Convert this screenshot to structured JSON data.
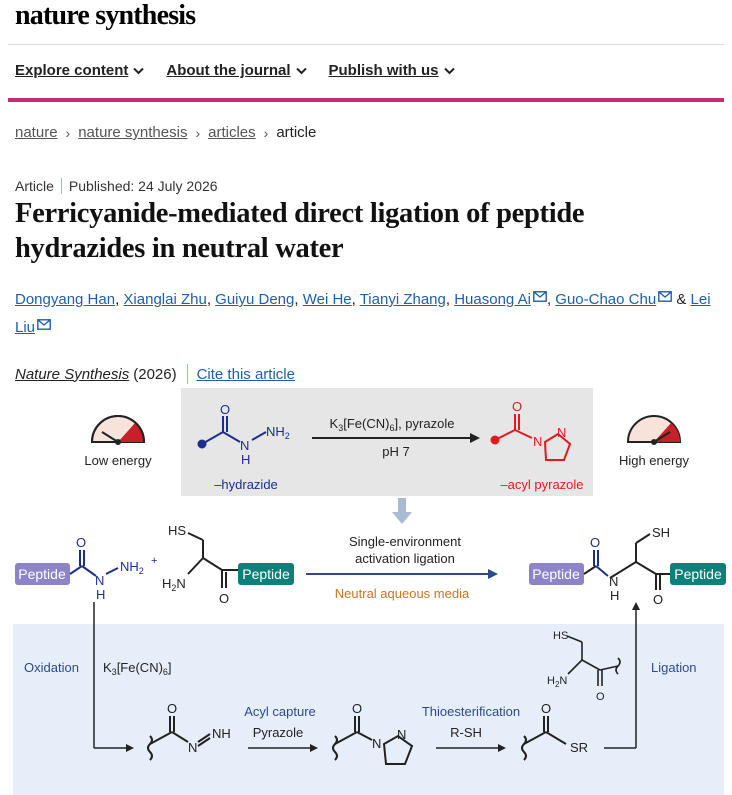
{
  "header": {
    "logo": "nature synthesis"
  },
  "nav": {
    "explore": "Explore content",
    "about": "About the journal",
    "publish": "Publish with us"
  },
  "breadcrumb": {
    "items": [
      "nature",
      "nature synthesis",
      "articles"
    ],
    "current": "article"
  },
  "article": {
    "type": "Article",
    "published": "Published: 24 July 2026",
    "title": "Ferricyanide-mediated direct ligation of peptide hydrazides in neutral water",
    "authors": [
      "Dongyang Han",
      "Xianglai Zhu",
      "Guiyu Deng",
      "Wei He",
      "Tianyi Zhang",
      "Huasong Ai",
      "Guo-Chao Chu",
      "Lei Liu"
    ],
    "journal": "Nature Synthesis",
    "year": "(2026)",
    "cite": "Cite this article"
  },
  "figure": {
    "low_energy": "Low energy",
    "high_energy": "High energy",
    "reagent_top": "K3[Fe(CN)6], pyrazole",
    "ph": "pH 7",
    "hydrazide": "–hydrazide",
    "acyl_pyrazole": "–acyl pyrazole",
    "peptide": "Peptide",
    "single_env": "Single-environment",
    "activation": "activation ligation",
    "neutral": "Neutral aqueous media",
    "oxidation": "Oxidation",
    "reagent_bottom": "K3[Fe(CN)6]",
    "acyl_capture": "Acyl capture",
    "pyrazole": "Pyrazole",
    "thioesterification": "Thioesterification",
    "rsh": "R-SH",
    "ligation": "Ligation",
    "colors": {
      "blue": "#1b2f8a",
      "red": "#e3191f",
      "teal": "#0f7f7a",
      "purple": "#8c84c6",
      "orange": "#c7762a",
      "panel_gray": "#e6e6e6",
      "panel_blue": "#e6eef9"
    }
  }
}
